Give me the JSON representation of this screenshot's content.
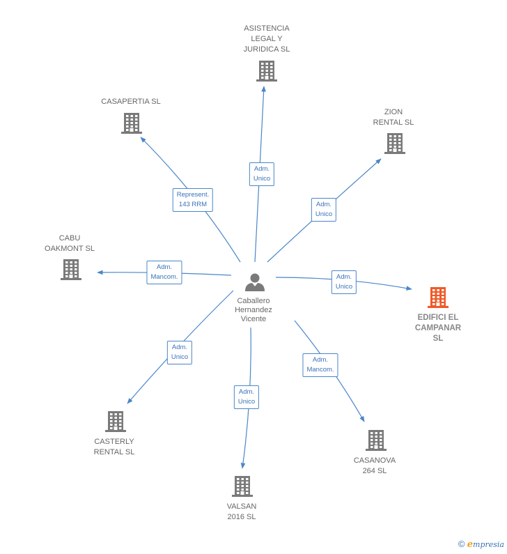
{
  "center": {
    "lines": [
      "Caballero",
      "Hernandez",
      "Vicente"
    ]
  },
  "nodes": [
    {
      "id": "asistencia",
      "lines": [
        "ASISTENCIA",
        "LEGAL Y",
        "JURIDICA SL"
      ],
      "highlight": false,
      "edge": [
        "Adm.",
        "Unico"
      ]
    },
    {
      "id": "casapertia",
      "lines": [
        "CASAPERTIA SL"
      ],
      "highlight": false,
      "edge": [
        "Represent.",
        "143 RRM"
      ]
    },
    {
      "id": "zion",
      "lines": [
        "ZION",
        "RENTAL SL"
      ],
      "highlight": false,
      "edge": [
        "Adm.",
        "Unico"
      ]
    },
    {
      "id": "cabu",
      "lines": [
        "CABU",
        "OAKMONT  SL"
      ],
      "highlight": false,
      "edge": [
        "Adm.",
        "Mancom."
      ]
    },
    {
      "id": "edifici",
      "lines": [
        "EDIFICI EL",
        "CAMPANAR",
        "SL"
      ],
      "highlight": true,
      "edge": [
        "Adm.",
        "Unico"
      ]
    },
    {
      "id": "casterly",
      "lines": [
        "CASTERLY",
        "RENTAL  SL"
      ],
      "highlight": false,
      "edge": [
        "Adm.",
        "Unico"
      ]
    },
    {
      "id": "valsan",
      "lines": [
        "VALSAN",
        "2016  SL"
      ],
      "highlight": false,
      "edge": [
        "Adm.",
        "Unico"
      ]
    },
    {
      "id": "casanova",
      "lines": [
        "CASANOVA",
        "264  SL"
      ],
      "highlight": false,
      "edge": [
        "Adm.",
        "Mancom."
      ]
    }
  ],
  "colors": {
    "edge": "#4a86c8",
    "building": "#7a7a7a",
    "building_highlight": "#f05a28",
    "person": "#7a7a7a"
  },
  "footer": {
    "copyright_symbol": "©",
    "brand_initial": "e",
    "brand_rest": "mpresia"
  }
}
